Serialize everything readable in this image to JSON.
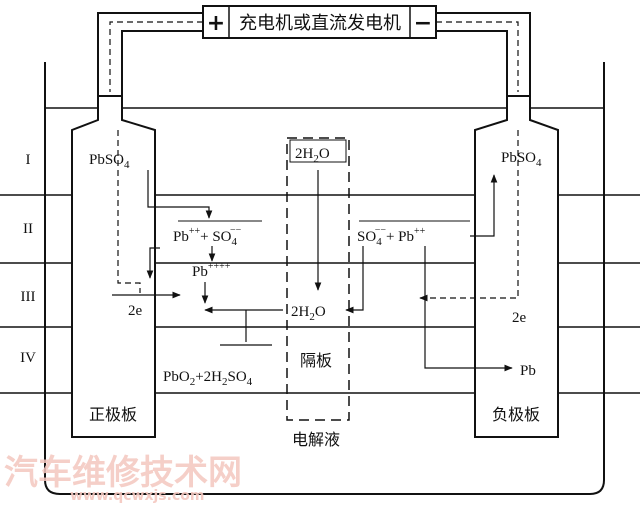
{
  "charger": {
    "plus": "+",
    "label": "充电机或直流发电机",
    "minus": "−"
  },
  "zones": [
    "I",
    "II",
    "III",
    "IV"
  ],
  "positive": {
    "plate_label": "正极板",
    "pbso4": "PbSO",
    "pbso4_sub": "4",
    "pb_ion": "Pb",
    "pb_ion_sup": "++",
    "so4": "+ SO",
    "so4_sub": "4",
    "so4_sup": "−−",
    "pb4": "Pb",
    "pb4_sup": "++++",
    "electrons": "2e",
    "product_a": "PbO",
    "product_sub1": "2",
    "product_b": "+2H",
    "product_sub2": "2",
    "product_c": "SO",
    "product_sub3": "4"
  },
  "center": {
    "water_top_a": "2H",
    "water_top_sub": "2",
    "water_top_b": "O",
    "water_mid_a": "2H",
    "water_mid_sub": "2",
    "water_mid_b": "O",
    "separator_label": "隔板",
    "electrolyte_label": "电解液"
  },
  "negative": {
    "plate_label": "负极板",
    "pbso4": "PbSO",
    "pbso4_sub": "4",
    "so4": "SO",
    "so4_sub": "4",
    "so4_sup": "−−",
    "pb_ion": "+ Pb",
    "pb_ion_sup": "++",
    "electrons": "2e",
    "pb": "Pb"
  },
  "watermark": {
    "cn": "汽车维修技术网",
    "url": "www.qcwxjs.com"
  }
}
